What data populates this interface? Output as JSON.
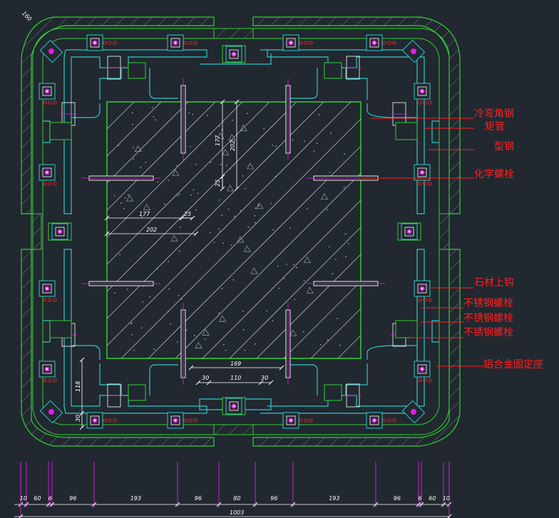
{
  "labels": {
    "cold_bent_angle": "冷弯角钢",
    "rect_tube": "矩管",
    "section_steel": "型钢",
    "chemical_bolt": "化学螺栓",
    "stone_hook": "石材上钩",
    "ss_bolt_1": "不锈钢螺栓",
    "ss_bolt_2": "不锈钢螺栓",
    "ss_bolt_3": "不锈钢螺栓",
    "alu_base": "铝合金固定座"
  },
  "dims": {
    "corner": "160",
    "h_177": "177",
    "h_25": "25",
    "h_202": "202",
    "v_177": "177",
    "v_202": "202",
    "v_25": "25",
    "b_169": "169",
    "b_30a": "30",
    "b_110": "110",
    "b_30b": "30",
    "left_118": "118",
    "left_30": "30",
    "bottom": [
      "10",
      "60",
      "6",
      "96",
      "193",
      "96",
      "80",
      "96",
      "193",
      "96",
      "6",
      "60",
      "10"
    ],
    "total": "1003"
  },
  "colors": {
    "background": "#212830",
    "green": "#2fd12f",
    "cyan": "#2ec8c8",
    "red": "#ff2020",
    "magenta": "#e020e0",
    "white": "#ffffff",
    "hatch": "#b8b8b8"
  }
}
